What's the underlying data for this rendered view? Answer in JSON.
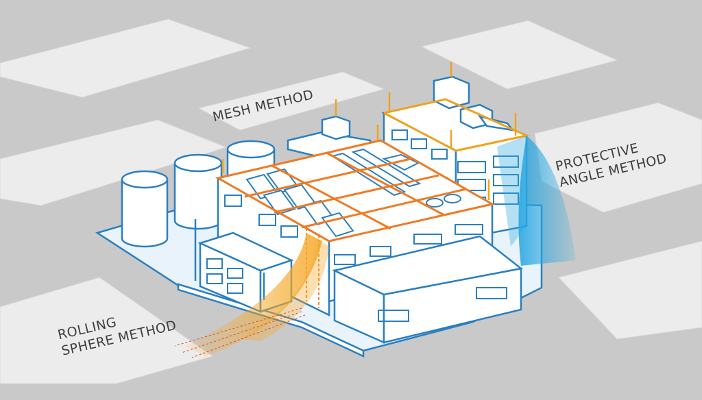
{
  "labels": {
    "mesh_method": "MESH METHOD",
    "protective_angle_line1": "PROTECTIVE",
    "protective_angle_line2": "ANGLE METHOD",
    "rolling_sphere_line1": "ROLLING",
    "rolling_sphere_line2": "SPHERE METHOD"
  },
  "colors": {
    "background": "#c9c9c9",
    "ground_slab": "#ececec",
    "building_fill": "#ffffff",
    "building_outline": "#2a7fc1",
    "mesh_conductor": "#f07a22",
    "air_terminal": "#f0a21c",
    "protective_angle_zone": "#2aa7e0",
    "rolling_sphere_zone": "#f5a623",
    "label_text": "#3e3e3e"
  }
}
